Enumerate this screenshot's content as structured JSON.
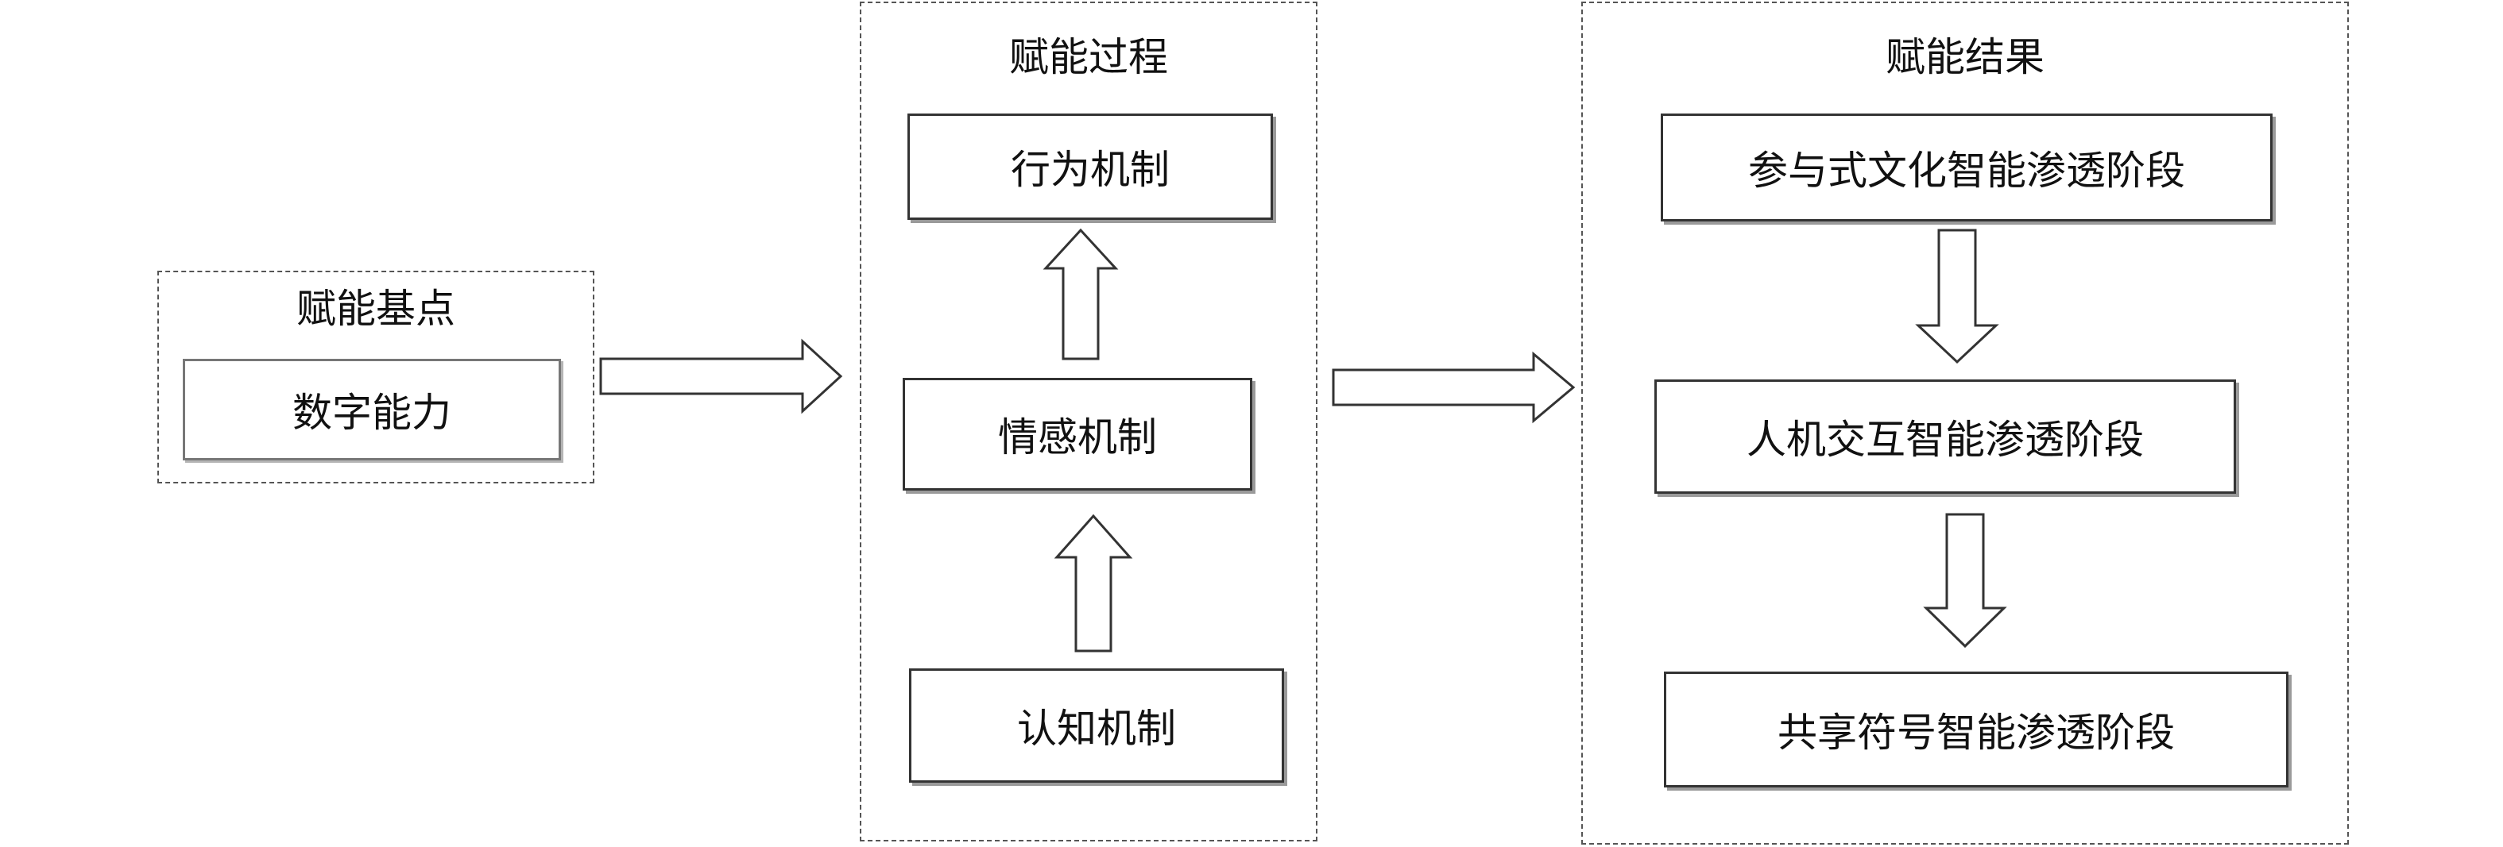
{
  "basis": {
    "title": "赋能基点",
    "node": "数字能力"
  },
  "process": {
    "title": "赋能过程",
    "nodes": [
      "行为机制",
      "情感机制",
      "认知机制"
    ]
  },
  "result": {
    "title": "赋能结果",
    "nodes": [
      "参与式文化智能渗透阶段",
      "人机交互智能渗透阶段",
      "共享符号智能渗透阶段"
    ]
  },
  "colors": {
    "stroke": "#333333",
    "dash": "#555555",
    "shadow": "#9a9a9a"
  }
}
